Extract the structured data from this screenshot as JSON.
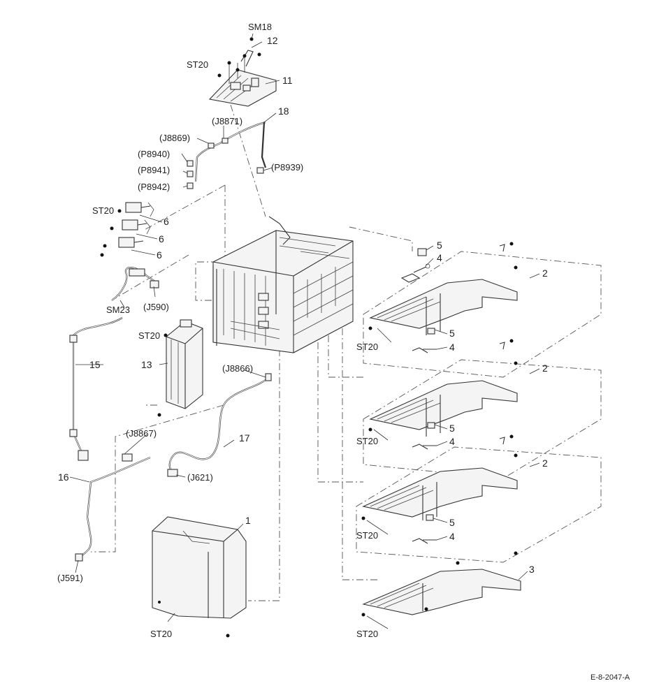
{
  "labels": {
    "sm18": "SM18",
    "n12": "12",
    "st20_top": "ST20",
    "n11": "11",
    "n18": "18",
    "j8871": "(J8871)",
    "j8869": "(J8869)",
    "p8940": "(P8940)",
    "p8941": "(P8941)",
    "p8942": "(P8942)",
    "p8939": "(P8939)",
    "st20_left": "ST20",
    "n6a": "6",
    "n6b": "6",
    "n6c": "6",
    "sm23": "SM23",
    "j590": "(J590)",
    "st20_mid": "ST20",
    "n15": "15",
    "n13": "13",
    "j8866": "(J8866)",
    "j8867": "(J8867)",
    "n17": "17",
    "j621": "(J621)",
    "n16": "16",
    "j591": "(J591)",
    "n1": "1",
    "st20_bottom": "ST20",
    "n5a": "5",
    "n4a": "4",
    "n2a": "2",
    "n5b": "5",
    "n4b": "4",
    "st20_tray1": "ST20",
    "n2b": "2",
    "n5c": "5",
    "n4c": "4",
    "st20_tray2": "ST20",
    "n2c": "2",
    "n5d": "5",
    "n4d": "4",
    "st20_tray3": "ST20",
    "n3": "3",
    "st20_tray4": "ST20",
    "figure_id": "E-8-2047-A"
  }
}
